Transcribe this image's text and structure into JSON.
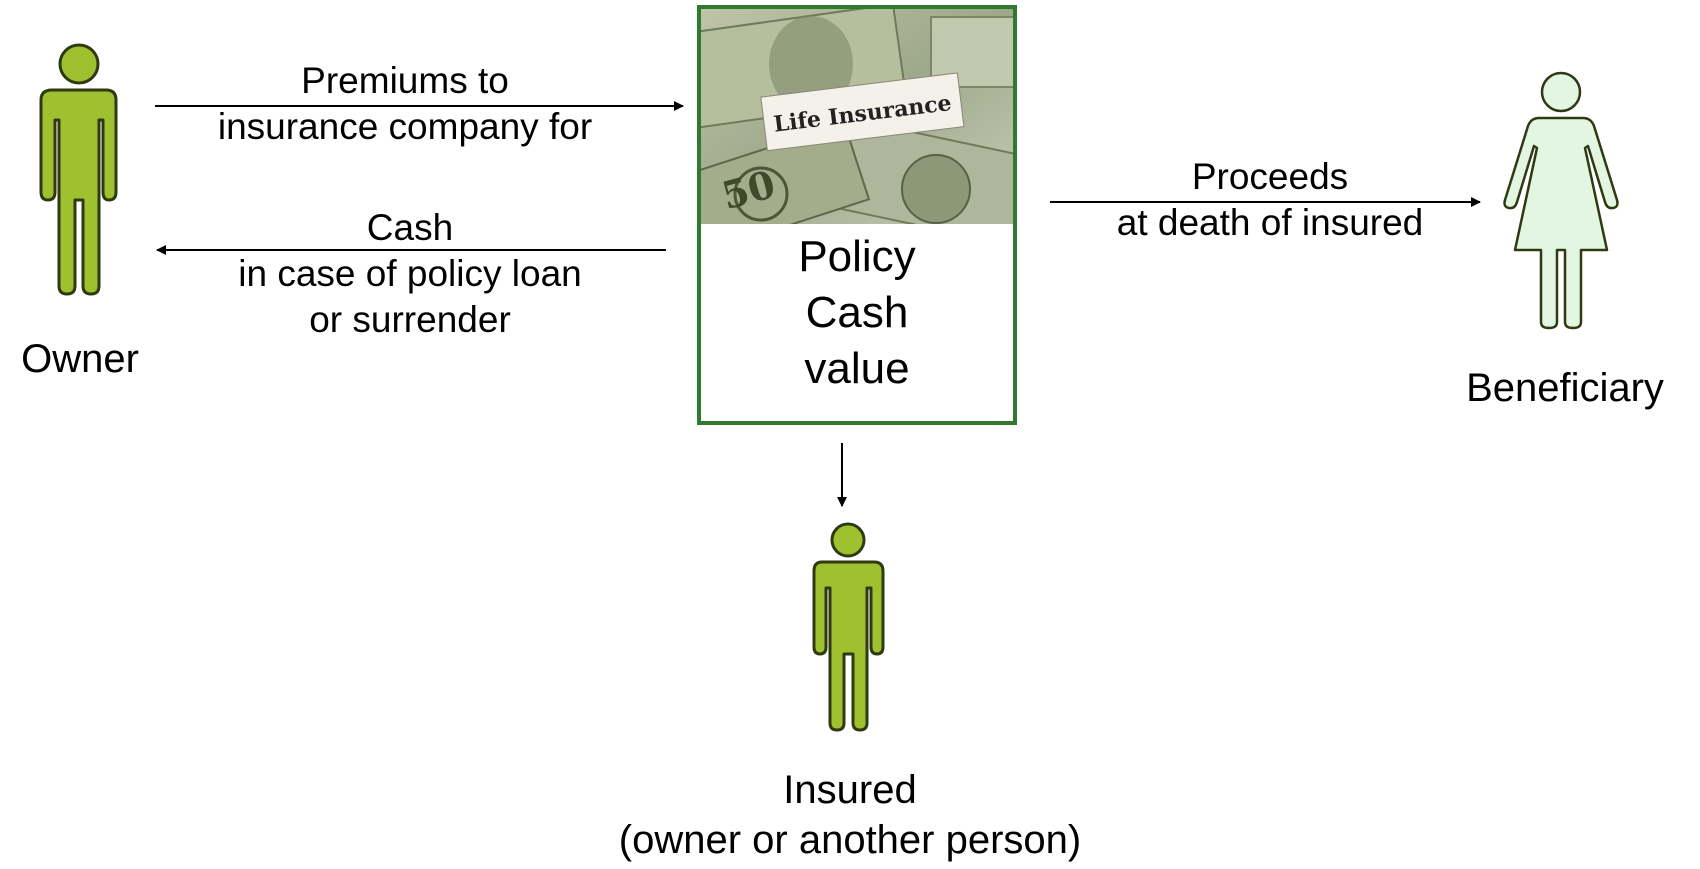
{
  "colors": {
    "person_fill": "#9fc130",
    "person_stroke": "#2f3a12",
    "beneficiary_fill": "#e2f6e2",
    "box_border": "#2e7a2e",
    "arrow": "#000000"
  },
  "owner": {
    "label": "Owner",
    "icon": "person-icon"
  },
  "beneficiary": {
    "label": "Beneficiary",
    "icon": "woman-icon"
  },
  "insured": {
    "line1": "Insured",
    "line2": "(owner or another person)",
    "icon": "person-icon"
  },
  "policy_box": {
    "image_caption": "Life Insurance",
    "lines": [
      "Policy",
      "Cash",
      "value"
    ]
  },
  "flows": {
    "premiums": {
      "line1": "Premiums to",
      "line2": "insurance company for"
    },
    "cash": {
      "line1": "Cash",
      "line2": "in case of policy loan",
      "line3": "or surrender"
    },
    "proceeds": {
      "line1": "Proceeds",
      "line2": "at death of insured"
    }
  }
}
